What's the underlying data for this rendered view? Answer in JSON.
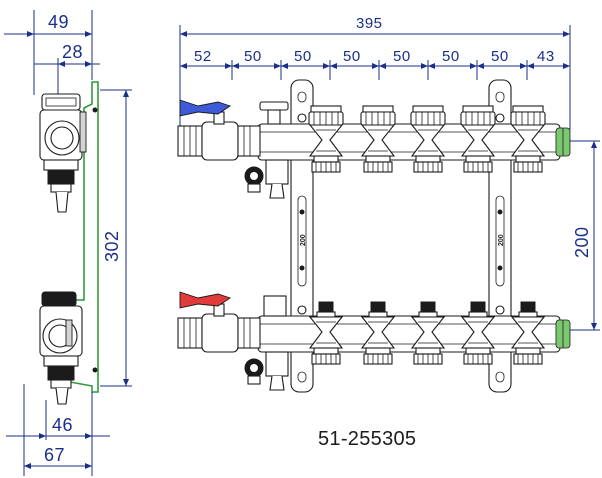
{
  "part_number": "51-255305",
  "bracket_label": "200",
  "side_view": {
    "dim_top_outer": "49",
    "dim_top_inner": "28",
    "dim_height": "302",
    "dim_bottom_inner": "46",
    "dim_bottom_outer": "67"
  },
  "front_view": {
    "dim_total": "395",
    "dim_segments": [
      "52",
      "50",
      "50",
      "50",
      "50",
      "50",
      "50",
      "43"
    ],
    "dim_rail_spacing": "200"
  },
  "colors": {
    "dimension_lines": "#1a2f8a",
    "supply_handle": "#3d5ad8",
    "return_handle": "#e23b3b",
    "bracket": "#2f9a3a",
    "end_fitting": "#7cc870"
  }
}
